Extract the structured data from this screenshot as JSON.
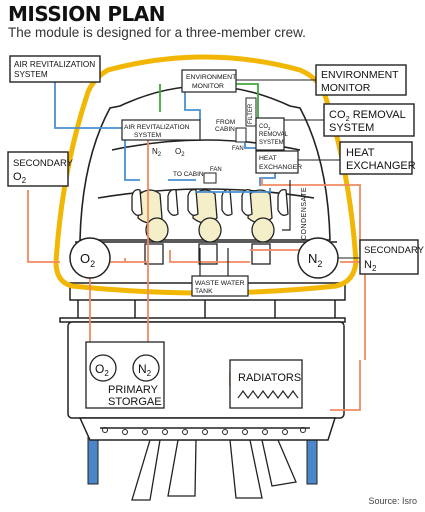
{
  "header": {
    "title": "MISSION PLAN",
    "subtitle": "The module is designed for a three-member crew."
  },
  "callouts": {
    "air_revitalization": [
      "AIR REVITALIZATION",
      "SYSTEM"
    ],
    "secondary_o2": [
      "SECONDARY",
      "O",
      "2"
    ],
    "environment_monitor": [
      "ENVIRONMENT",
      "MONITOR"
    ],
    "co2_removal": [
      "CO",
      "2",
      " REMOVAL",
      "SYSTEM"
    ],
    "heat_exchanger": [
      "HEAT",
      "EXCHANGER"
    ],
    "secondary_n2": [
      "SECONDARY",
      "N",
      "2"
    ]
  },
  "inner_labels": {
    "environment_monitor": [
      "ENVIRONMENT",
      "MONITOR"
    ],
    "filter": "FILTER",
    "from_cabin": [
      "FROM",
      "CABIN"
    ],
    "fan": "FAN",
    "co2_removal": [
      "CO",
      "2",
      "REMOVAL",
      "SYSTEM"
    ],
    "air_revitalization": [
      "AIR REVITALIZATION",
      "SYSTEM"
    ],
    "n2": [
      "N",
      "2"
    ],
    "o2": [
      "O",
      "2"
    ],
    "heat_exchanger": [
      "HEAT",
      "EXCHANGER"
    ],
    "to_cabin": "TO CABIN",
    "fan_small": "FAN",
    "condensate": "CONDENSATE",
    "left_tank": [
      "O",
      "2"
    ],
    "right_tank": [
      "N",
      "2"
    ],
    "waste_water": [
      "WASTE WATER",
      "TANK"
    ]
  },
  "lower_module": {
    "primary_o2": [
      "O",
      "2"
    ],
    "primary_n2": [
      "N",
      "2"
    ],
    "primary_storage": [
      "PRIMARY",
      "STORGAE"
    ],
    "radiators": "RADIATORS"
  },
  "footer": {
    "source": "Source: Isro"
  },
  "colors": {
    "capsule_outline": "#f2b705",
    "air_line": "#4a8fd0",
    "o2_n2_line": "#f08a60",
    "co2_line": "#44a83c",
    "panel_blue": "#4a86c8",
    "structure": "#222222"
  }
}
